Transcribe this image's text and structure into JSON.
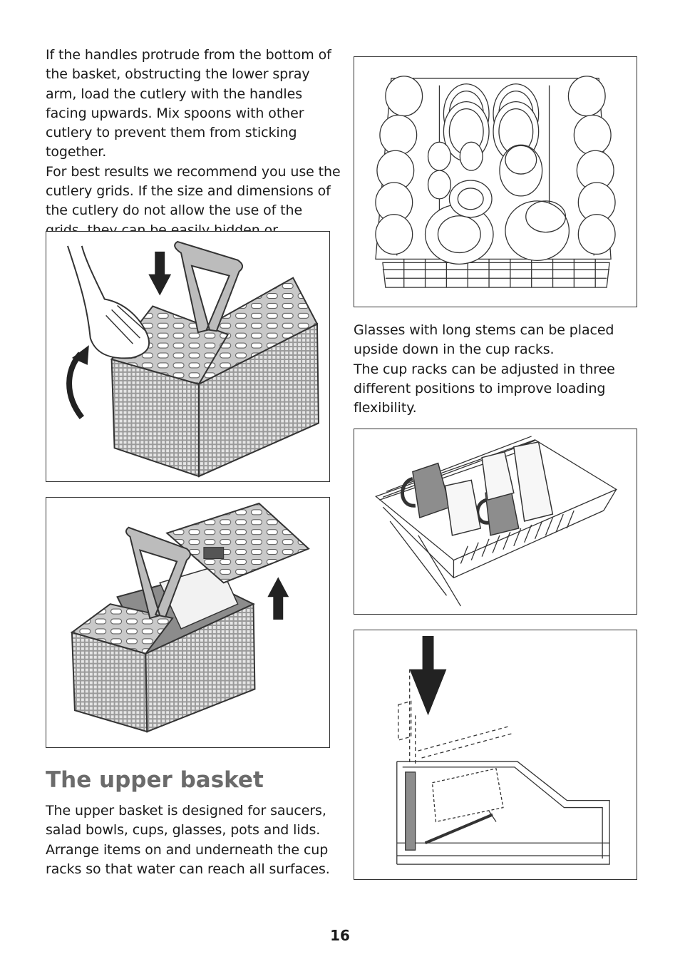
{
  "intro_text": [
    "If the handles protrude from the bottom of the basket, obstructing the lower spray arm, load the cutlery with the handles facing upwards. Mix spoons with other cutlery to prevent them from sticking together.",
    "For best results we recommend you use the cutlery grids. If the size and dimensions of the cutlery do not allow the use of the grids, they can be easily hidden or removed."
  ],
  "glasses_text": [
    "Glasses with long stems can be placed upside down in the cup racks.",
    "The cup racks can be adjusted in three different positions to improve loading flexibility."
  ],
  "section": {
    "title": "The upper basket",
    "body": "The upper basket is designed for saucers, salad bowls, cups, glasses, pots and lids. Arrange items on and underneath the cup racks so that water can reach all surfaces."
  },
  "page_number": "16"
}
